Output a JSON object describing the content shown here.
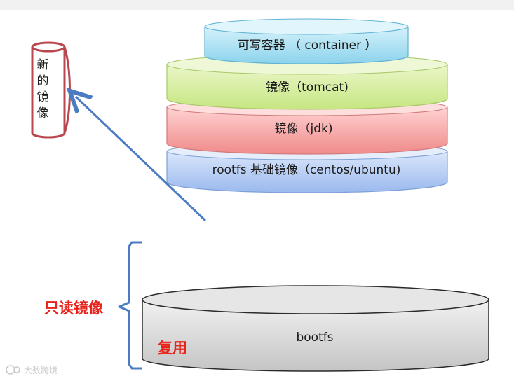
{
  "layers": {
    "container": "可写容器 （ container ）",
    "tomcat": "镜像（tomcat)",
    "jdk": "镜像（jdk)",
    "rootfs": "rootfs 基础镜像（centos/ubuntu)"
  },
  "new_image": {
    "chars": [
      "新",
      "的",
      "镜",
      "像"
    ]
  },
  "bootfs": {
    "label": "bootfs"
  },
  "readonly_label": "只读镜像",
  "reuse_label": "复用",
  "watermark": "大数跨境",
  "colors": {
    "container": "#a9e1f2",
    "tomcat": "#d6ef9c",
    "jdk": "#f6a6a6",
    "rootfs": "#b6cdf4",
    "bootfs": "#d9d9d9",
    "arrow": "#4b7cc1",
    "red_text": "#e8231b",
    "cylinder_outline": "#b8474f"
  }
}
